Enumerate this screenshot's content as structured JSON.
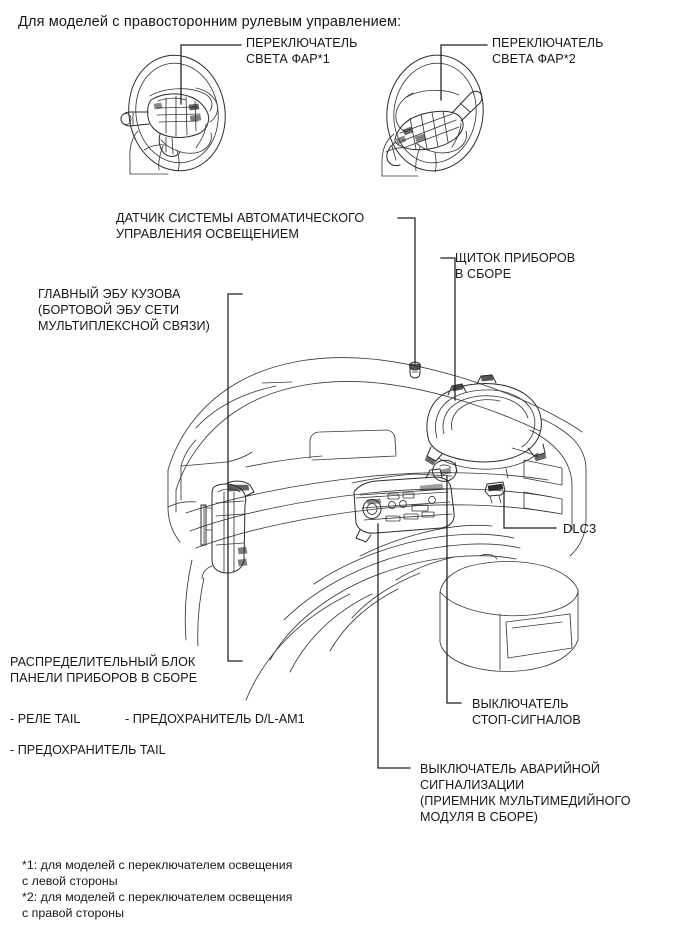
{
  "document": {
    "title": "Для моделей с правосторонним рулевым управлением:"
  },
  "steering_callouts": [
    {
      "id": "headlight-switch-1",
      "line1": "ПЕРЕКЛЮЧАТЕЛЬ",
      "line2": "СВЕТА ФАР*1"
    },
    {
      "id": "headlight-switch-2",
      "line1": "ПЕРЕКЛЮЧАТЕЛЬ",
      "line2": "СВЕТА ФАР*2"
    }
  ],
  "dashboard_callouts": {
    "light_sensor": {
      "line1": "ДАТЧИК СИСТЕМЫ АВТОМАТИЧЕСКОГО",
      "line2": "УПРАВЛЕНИЯ ОСВЕЩЕНИЕМ"
    },
    "combination_meter": {
      "line1": "ЩИТОК ПРИБОРОВ",
      "line2": "В СБОРЕ"
    },
    "body_ecu": {
      "line1": "ГЛАВНЫЙ ЭБУ КУЗОВА",
      "line2": "(БОРТОВОЙ ЭБУ СЕТИ",
      "line3": "МУЛЬТИПЛЕКСНОЙ СВЯЗИ)"
    },
    "junction_block": {
      "line1": "РАСПРЕДЕЛИТЕЛЬНЫЙ БЛОК",
      "line2": "ПАНЕЛИ ПРИБОРОВ В СБОРЕ"
    },
    "dlc3": {
      "label": "DLC3"
    },
    "stop_light_switch": {
      "line1": "ВЫКЛЮЧАТЕЛЬ",
      "line2": "СТОП-СИГНАЛОВ"
    },
    "hazard_switch": {
      "line1": "ВЫКЛЮЧАТЕЛЬ АВАРИЙНОЙ",
      "line2": "СИГНАЛИЗАЦИИ",
      "line3": "(ПРИЕМНИК МУЛЬТИМЕДИЙНОГО",
      "line4": "МОДУЛЯ В СБОРЕ)"
    }
  },
  "junction_block_items": [
    {
      "id": "relay-tail",
      "label": "- РЕЛЕ TAIL"
    },
    {
      "id": "fuse-dl-am1",
      "label": "- ПРЕДОХРАНИТЕЛЬ D/L-AM1"
    },
    {
      "id": "fuse-tail",
      "label": "- ПРЕДОХРАНИТЕЛЬ TAIL"
    }
  ],
  "footnotes": [
    {
      "id": "footnote-1",
      "line1": "*1: для моделей с переключателем освещения",
      "line2": "с левой стороны"
    },
    {
      "id": "footnote-2",
      "line1": "*2: для моделей с переключателем освещения",
      "line2": "с правой стороны"
    }
  ],
  "colors": {
    "ink": "#2b2b2b",
    "text": "#181818",
    "background": "#ffffff"
  }
}
